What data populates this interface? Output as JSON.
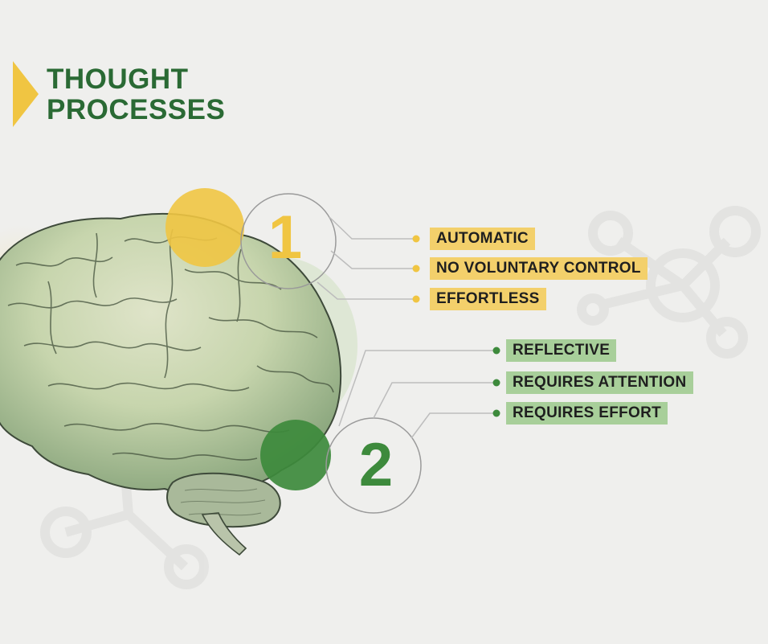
{
  "title": {
    "line1": "THOUGHT",
    "line2": "PROCESSES"
  },
  "system1": {
    "number": "1",
    "items": [
      "AUTOMATIC",
      "NO VOLUNTARY CONTROL",
      "EFFORTLESS"
    ]
  },
  "system2": {
    "number": "2",
    "items": [
      "REFLECTIVE",
      "REQUIRES ATTENTION",
      "REQUIRES EFFORT"
    ]
  },
  "colors": {
    "background": "#efefed",
    "title_green": "#2a6a34",
    "accent_yellow": "#f0c542",
    "label_yellow": "#f3d06b",
    "accent_green": "#3d8a3c",
    "label_green": "#a8cf9a",
    "connector_gray": "#bdbdbd"
  },
  "icons": {
    "decoration": "molecule-network-icon",
    "illustration": "brain-illustration"
  }
}
